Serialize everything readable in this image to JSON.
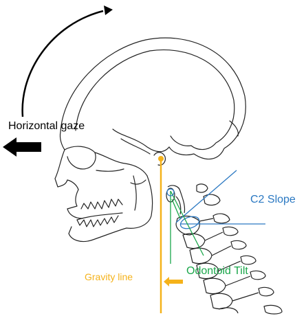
{
  "labels": {
    "horizontal_gaze": "Horizontal gaze",
    "c2_slope": "C2 Slope",
    "odontoid_tilt": "Odontoid Tilt",
    "gravity_line": "Gravity line"
  },
  "colors": {
    "outline": "#222222",
    "arrow": "#000000",
    "gravity": "#f5b21a",
    "c2_slope": "#2a78c2",
    "odontoid_tilt": "#1aa64a",
    "background": "#ffffff"
  },
  "icons": {
    "rotation_arrow": "curved-arrow-icon",
    "gaze_arrow": "left-arrow-icon",
    "gravity_arrow": "left-arrow-icon"
  }
}
